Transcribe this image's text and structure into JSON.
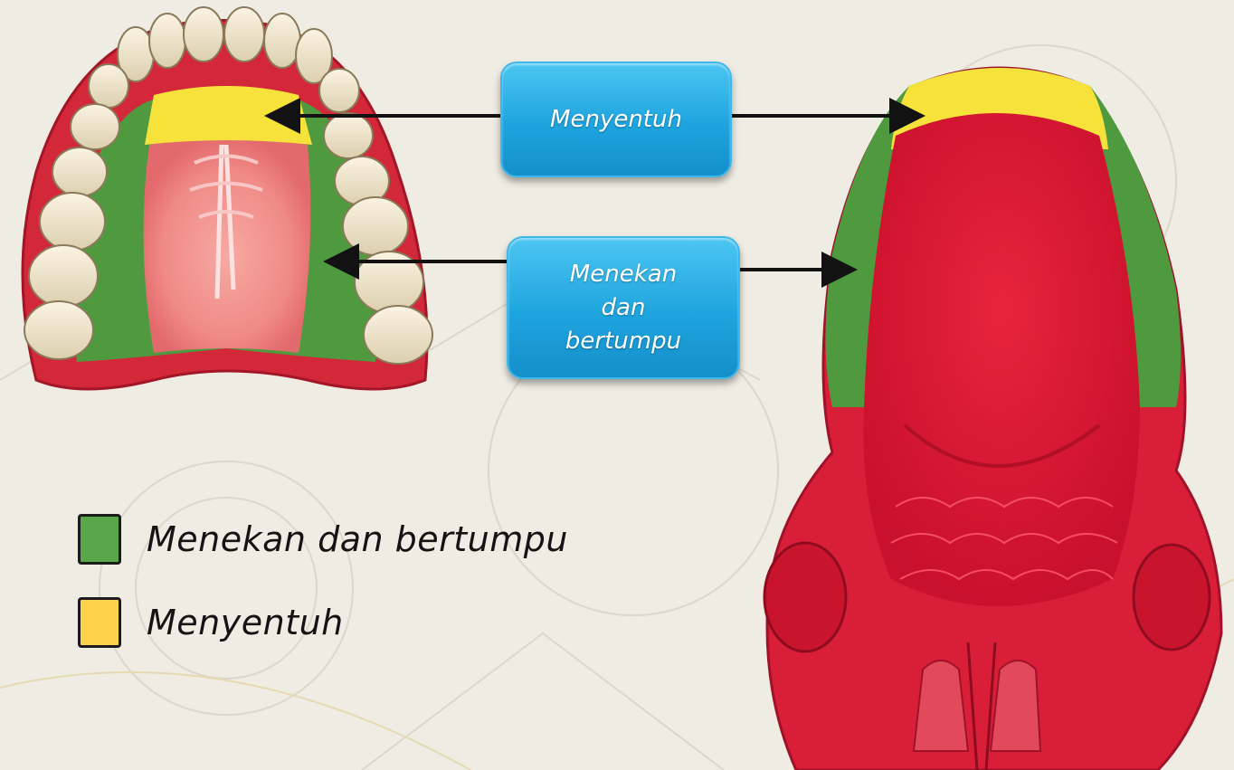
{
  "callouts": {
    "top": {
      "label": "Menyentuh"
    },
    "middle": {
      "label": "Menekan\ndan\nbertumpu"
    }
  },
  "legend": [
    {
      "label": "Menekan dan bertumpu",
      "color": "#5aa64a"
    },
    {
      "label": "Menyentuh",
      "color": "#fcd34a"
    }
  ],
  "colors": {
    "accent_blue": "#1ea4de",
    "tissue_red": "#e3243f",
    "zone_green": "#4f9a3e",
    "zone_yellow": "#f7e23c"
  }
}
